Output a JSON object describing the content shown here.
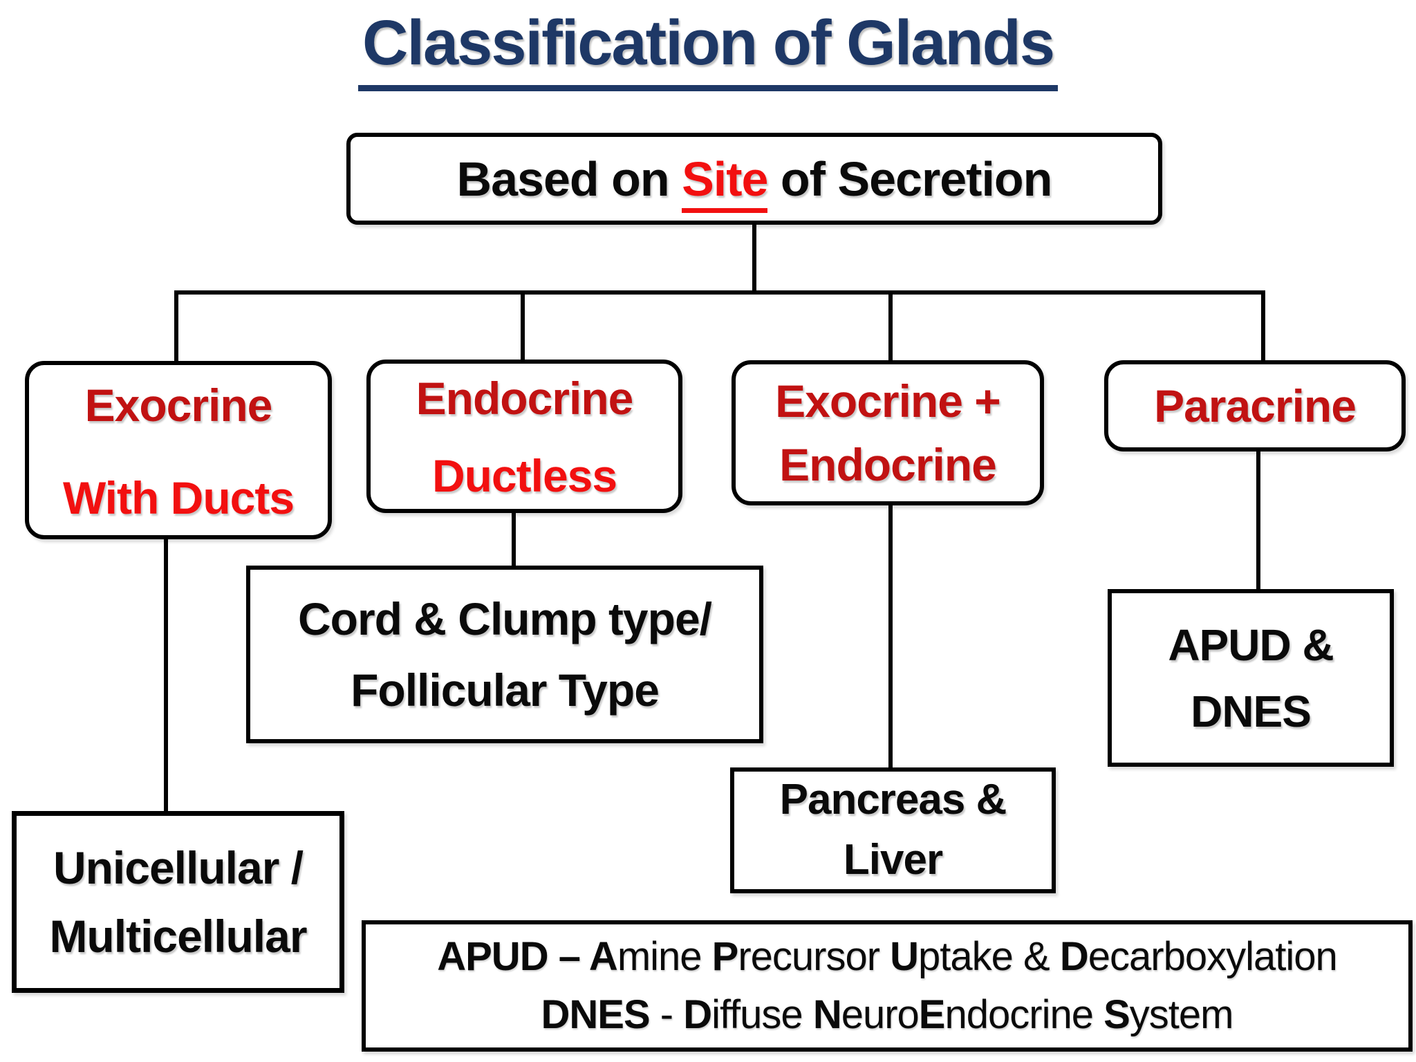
{
  "title": {
    "text": "Classification of Glands"
  },
  "root": {
    "pre": "Based on ",
    "highlight": "Site",
    "post": " of Secretion"
  },
  "branches": {
    "b1": {
      "line1": "Exocrine",
      "line2": "With Ducts"
    },
    "b2": {
      "line1": "Endocrine",
      "line2": "Ductless"
    },
    "b3": {
      "line1": "Exocrine +",
      "line2": "Endocrine"
    },
    "b4": {
      "line1": "Paracrine"
    }
  },
  "children": {
    "c1": {
      "line1": "Unicellular /",
      "line2": "Multicellular"
    },
    "c2": {
      "line1": "Cord & Clump type/",
      "line2": "Follicular Type"
    },
    "c3": {
      "line1": "Pancreas &",
      "line2": "Liver"
    },
    "c4": {
      "line1": "APUD &",
      "line2": "DNES"
    }
  },
  "footnote": {
    "line1": {
      "s0": "APUD – ",
      "s1": "A",
      "s2": "mine ",
      "s3": "P",
      "s4": "recursor ",
      "s5": "U",
      "s6": "ptake & ",
      "s7": "D",
      "s8": "ecarboxylation"
    },
    "line2": {
      "s0": "DNES",
      "s1": " - ",
      "s2": "D",
      "s3": "iffuse ",
      "s4": "N",
      "s5": "euro",
      "s6": "E",
      "s7": "ndocrine ",
      "s8": "S",
      "s9": "ystem"
    }
  },
  "colors": {
    "title_navy": "#1E3866",
    "dark_red": "#C11212",
    "bright_red": "#F21010",
    "connector_black": "#000000",
    "text_black": "#0A0A0A",
    "background": "#FFFFFF"
  }
}
